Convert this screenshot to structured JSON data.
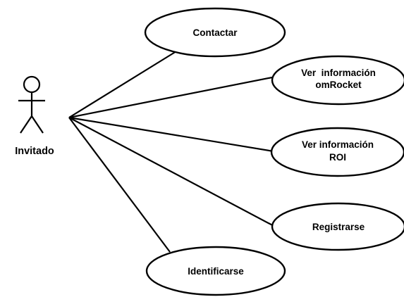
{
  "actor": {
    "name": "Invitado"
  },
  "use_cases": [
    {
      "id": "contactar",
      "lines": [
        "Contactar"
      ]
    },
    {
      "id": "ver-info-omrocket",
      "lines": [
        "Ver  información",
        "omRocket"
      ]
    },
    {
      "id": "ver-info-roi",
      "lines": [
        "Ver información",
        "ROI"
      ]
    },
    {
      "id": "registrarse",
      "lines": [
        "Registrarse"
      ]
    },
    {
      "id": "identificarse",
      "lines": [
        "Identificarse"
      ]
    }
  ]
}
